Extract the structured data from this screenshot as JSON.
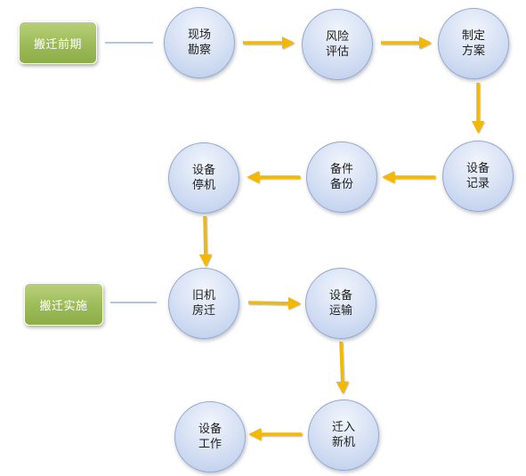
{
  "phases": [
    {
      "label": "搬迁前期"
    },
    {
      "label": "搬迁实施"
    }
  ],
  "steps": [
    {
      "label": "现场\n勘察"
    },
    {
      "label": "风险\n评估"
    },
    {
      "label": "制定\n方案"
    },
    {
      "label": "设备\n记录"
    },
    {
      "label": "备件\n备份"
    },
    {
      "label": "设备\n停机"
    },
    {
      "label": "旧机\n房迁"
    },
    {
      "label": "设备\n运输"
    },
    {
      "label": "迁入\n新机"
    },
    {
      "label": "设备\n工作"
    }
  ],
  "flow_order": [
    "现场勘察",
    "风险评估",
    "制定方案",
    "设备记录",
    "备件备份",
    "设备停机",
    "旧机房迁",
    "设备运输",
    "迁入新机",
    "设备工作"
  ],
  "colors": {
    "phase_fill": "#9cbb58",
    "step_fill": "#d9e3f5",
    "step_border": "#94a9d4",
    "arrow": "#f5b800",
    "connector_line": "#5b8ec9"
  }
}
